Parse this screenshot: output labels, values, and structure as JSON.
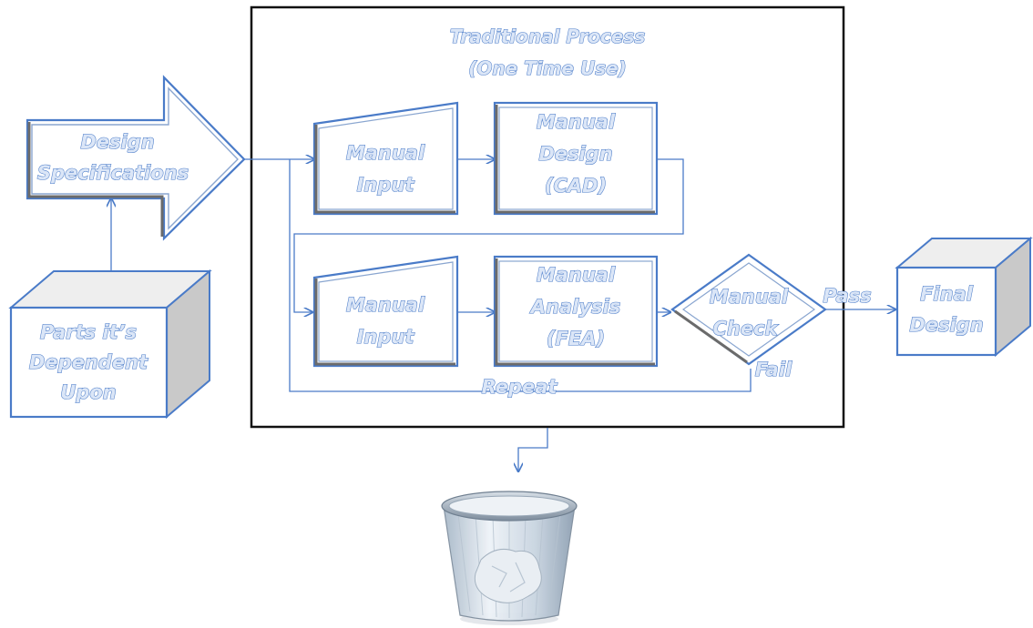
{
  "process": {
    "title_line1": "Traditional Process",
    "title_line2": "(One Time Use)"
  },
  "design_specifications": {
    "line1": "Design",
    "line2": "Specifications"
  },
  "parts_box": {
    "line1": "Parts it’s",
    "line2": "Dependent",
    "line3": "Upon"
  },
  "manual_input_top": {
    "line1": "Manual",
    "line2": "Input"
  },
  "manual_design": {
    "line1": "Manual",
    "line2": "Design",
    "line3": "(CAD)"
  },
  "manual_input_bottom": {
    "line1": "Manual",
    "line2": "Input"
  },
  "manual_analysis": {
    "line1": "Manual",
    "line2": "Analysis",
    "line3": "(FEA)"
  },
  "manual_check": {
    "line1": "Manual",
    "line2": "Check"
  },
  "final_design": {
    "line1": "Final",
    "line2": "Design"
  },
  "edges": {
    "pass": "Pass",
    "fail": "Fail",
    "repeat": "Repeat"
  },
  "icons": {
    "trash": "trash-bin-icon"
  },
  "colors": {
    "line": "#4a7bc8",
    "label_fill": "#dbe6f7",
    "shape_fill": "#ffffff",
    "box_side": "#c9c9c9",
    "box_top": "#eeeeee",
    "frame": "#111111"
  }
}
